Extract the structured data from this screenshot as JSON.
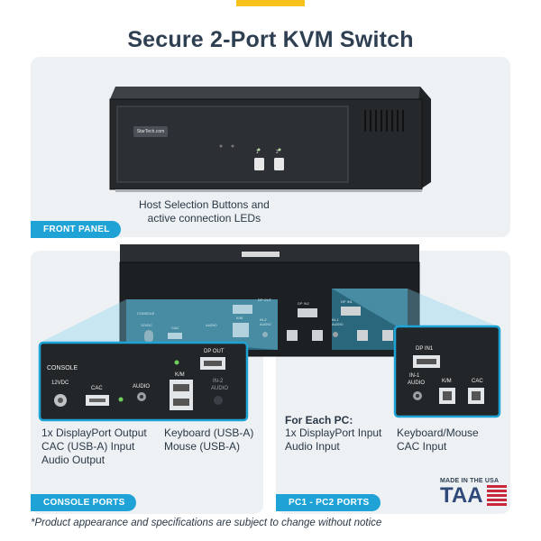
{
  "title": "Secure 2-Port KVM Switch",
  "front_panel": {
    "tab_label": "FRONT PANEL",
    "caption_line1": "Host Selection Buttons and",
    "caption_line2": "active connection LEDs",
    "brand_logo": "StarTech.com",
    "button_1": "1",
    "button_2": "2"
  },
  "rear_panel": {
    "console_section_label": "CONSOLE",
    "port_12vdc": "12VDC",
    "port_cac": "CAC",
    "port_audio": "AUDIO",
    "port_km": "K/M",
    "port_dp_out": "DP OUT",
    "port_in2_audio": "IN-2 AUDIO",
    "port_dp_in2": "DP IN2",
    "port_dp_in1": "DP IN1",
    "port_in1_audio": "IN-1 AUDIO"
  },
  "console_ports": {
    "tab_label": "CONSOLE PORTS",
    "zoom_console_label": "CONSOLE",
    "zoom_12vdc": "12VDC",
    "zoom_cac": "CAC",
    "zoom_audio": "AUDIO",
    "zoom_dp_out": "DP OUT",
    "zoom_km": "K/M",
    "zoom_in2_line1": "IN-2",
    "zoom_in2_line2": "AUDIO",
    "left_caption": [
      "1x DisplayPort Output",
      "CAC (USB-A) Input",
      "Audio Output"
    ],
    "right_caption": [
      "Keyboard (USB-A)",
      "Mouse (USB-A)"
    ]
  },
  "pc_ports": {
    "tab_label": "PC1 - PC2 PORTS",
    "zoom_dp_in1": "DP IN1",
    "zoom_in1_line1": "IN-1",
    "zoom_in1_line2": "AUDIO",
    "zoom_km": "K/M",
    "zoom_cac": "CAC",
    "heading": "For Each PC:",
    "left_caption": [
      "1x DisplayPort Input",
      "Audio Input"
    ],
    "right_caption": [
      "Keyboard/Mouse",
      "CAC Input"
    ]
  },
  "badge": {
    "top_text": "MADE IN THE USA",
    "main_text": "TAA"
  },
  "footnote": "*Product appearance and specifications are subject to change without notice",
  "colors": {
    "accent_yellow": "#f7c21b",
    "accent_blue": "#1fa3d6",
    "panel_bg": "#eef1f4",
    "title": "#2f3f52"
  }
}
